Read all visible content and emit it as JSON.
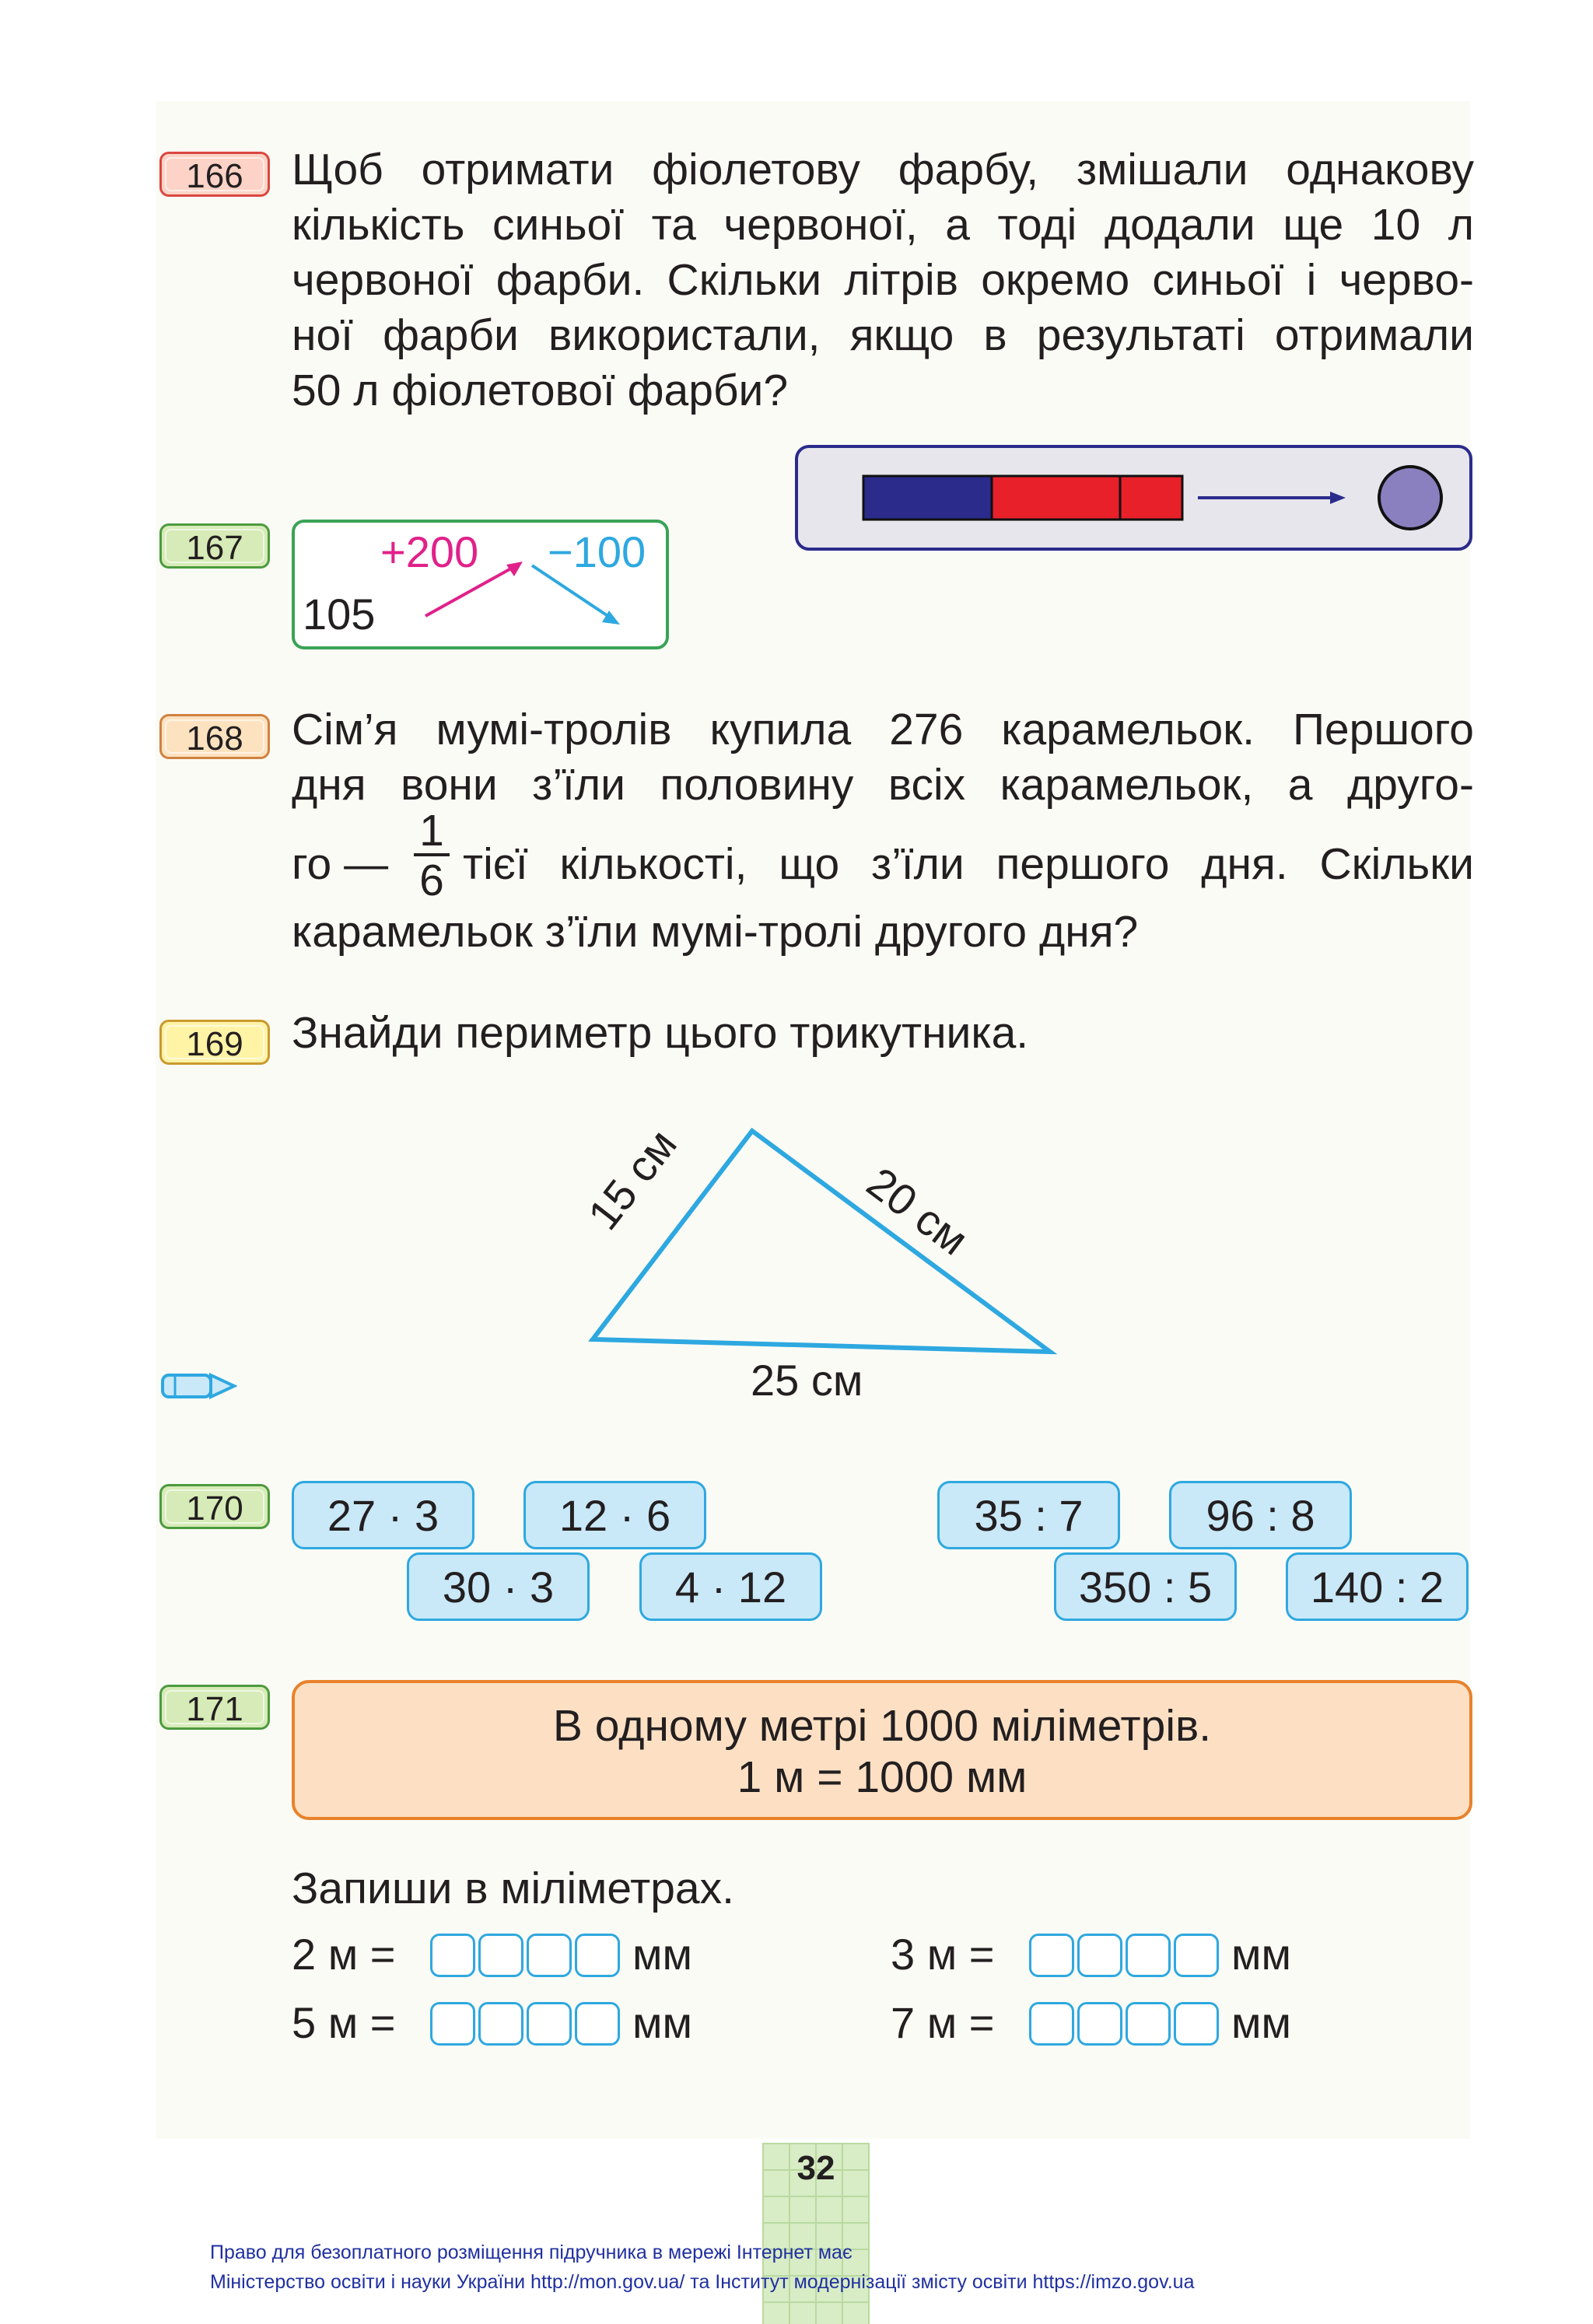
{
  "page_number": "32",
  "tasks": {
    "t166": {
      "number": "166",
      "lines": [
        "Щоб отримати фіолетову фарбу, змішали однакову",
        "кількість синьої та червоної, а тоді додали ще 10 л",
        "червоної фарби. Скільки літрів окремо синьої і черво-",
        "ної фарби використали, якщо в результаті отримали",
        "50 л фіолетової фарби?"
      ]
    },
    "t167": {
      "number": "167",
      "start": "105",
      "op1": "+200",
      "op2": "−100"
    },
    "t168": {
      "number": "168",
      "line1": "Сім’я мумі-тролів купила 276 карамельок. Першого",
      "line2": "дня вони з’їли половину всіх карамельок, а друго-",
      "line3_pre": "го —",
      "frac_num": "1",
      "frac_den": "6",
      "line3_post": "тієї кількості, що з’їли першого дня. Скільки",
      "line4": "карамельок з’їли мумі-тролі другого дня?"
    },
    "t169": {
      "number": "169",
      "text": "Знайди периметр цього трикутника.",
      "side_a": "15 см",
      "side_b": "20 см",
      "side_c": "25 см"
    },
    "t170": {
      "number": "170",
      "left": [
        "27  ·  3",
        "12  ·  6",
        "30  ·  3",
        "4  ·  12"
      ],
      "right": [
        "35 : 7",
        "96 : 8",
        "350 : 5",
        "140 : 2"
      ]
    },
    "t171": {
      "number": "171",
      "rule_line1": "В одному метрі 1000 міліметрів.",
      "rule_line2": "1 м = 1000 мм",
      "instruction": "Запиши в міліметрах.",
      "items": [
        {
          "left": "2 м =",
          "unit": "мм"
        },
        {
          "left": "3 м =",
          "unit": "мм"
        },
        {
          "left": "5 м =",
          "unit": "мм"
        },
        {
          "left": "7 м =",
          "unit": "мм"
        }
      ]
    }
  },
  "footer": {
    "line1": "Право для безоплатного розміщення підручника в мережі Інтернет має",
    "line2": "Міністерство освіти і науки України http://mon.gov.ua/ та Інститут модернізації змісту освіти https://imzo.gov.ua"
  },
  "colors": {
    "blue_paint": "#2b2b8c",
    "red_paint": "#e8202a",
    "violet": "#8a80c0",
    "magenta": "#e0218a",
    "cyan": "#2ea8e0",
    "green_frame": "#3aa356",
    "orange_frame": "#e8822a",
    "orange_fill": "#fde0c4"
  }
}
